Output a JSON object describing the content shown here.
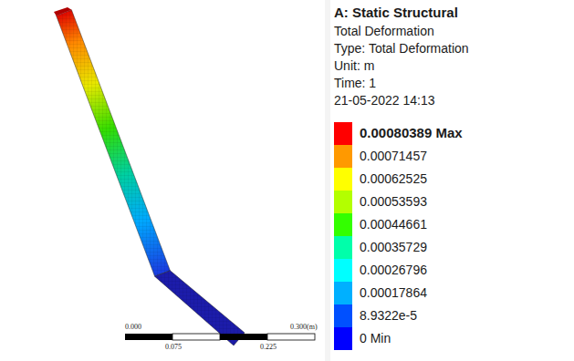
{
  "diagram": {
    "title": "A: Static Structural",
    "labels": [
      "Total Deformation",
      "Type: Total Deformation",
      "Unit: m",
      "Time: 1",
      "21-05-2022 14:13",
      "0.000",
      "0.075",
      "0.225",
      "0.300(m)"
    ],
    "legend": [
      {
        "text": "0.00080389 Max",
        "color": "#ff0000"
      },
      {
        "text": "0.00071457",
        "color": "#ff9900"
      },
      {
        "text": "0.00062525",
        "color": "#ffff00"
      },
      {
        "text": "0.00053593",
        "color": "#b3ff00"
      },
      {
        "text": "0.00044661",
        "color": "#33ff00"
      },
      {
        "text": "0.00035729",
        "color": "#00ffaa"
      },
      {
        "text": "0.00026796",
        "color": "#00ffff"
      },
      {
        "text": "0.00017864",
        "color": "#00b0ff"
      },
      {
        "text": "8.9322e-5",
        "color": "#0050ff"
      },
      {
        "text": "0 Min",
        "color": "#0000ff"
      }
    ]
  }
}
